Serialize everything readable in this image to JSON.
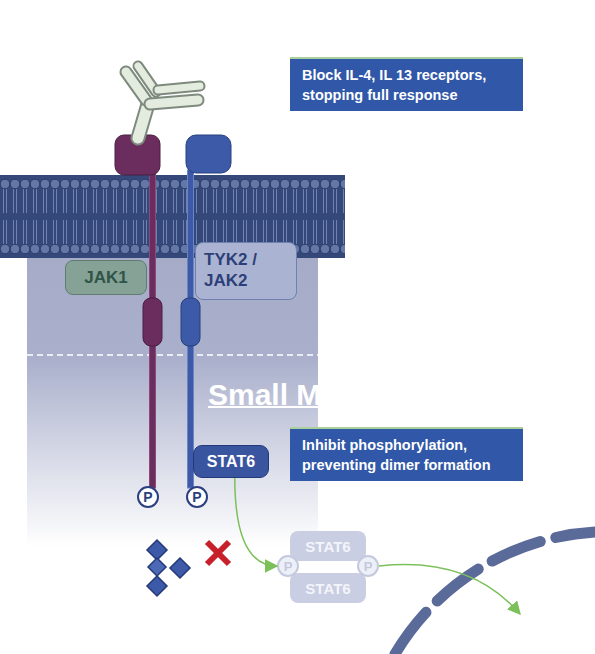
{
  "diagram": {
    "nodes": [
      {
        "text": [
          "Block IL-4, IL 13 receptors, stopping full response"
        ]
      },
      {
        "text": [
          "JAK1"
        ]
      },
      {
        "text": [
          "TYK2 / JAK2"
        ]
      },
      {
        "text": [
          "Inhibit phosphorylation, preventing dimer formation"
        ]
      },
      {
        "text": [
          "STAT6"
        ]
      },
      {
        "text": [
          "P"
        ]
      },
      {
        "text": [
          "P"
        ]
      },
      {
        "text": [
          "STAT6"
        ]
      },
      {
        "text": [
          "P"
        ]
      },
      {
        "text": [
          "P"
        ]
      },
      {
        "text": [
          "STAT6"
        ]
      }
    ],
    "edges": [
      {
        "from": 4,
        "to": 8,
        "arrow": "to"
      }
    ],
    "labels": [
      "Small M"
    ]
  }
}
